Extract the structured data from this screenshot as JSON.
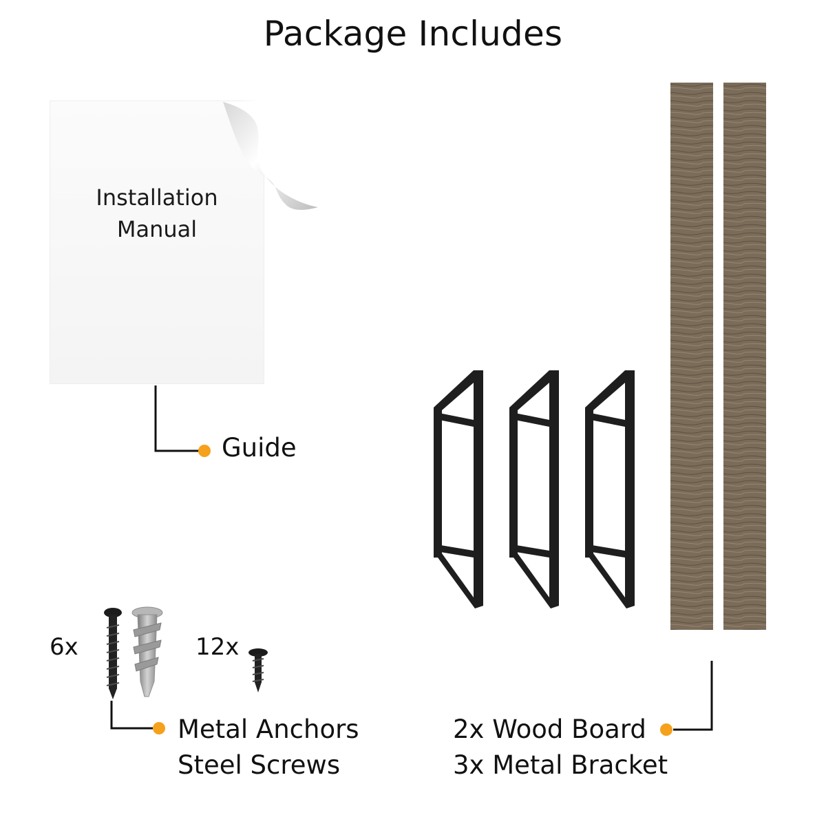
{
  "title": "Package Includes",
  "manual": {
    "line1": "Installation",
    "line2": "Manual"
  },
  "labels": {
    "guide": "Guide",
    "hardware_line1": "Metal Anchors",
    "hardware_line2": "Steel Screws",
    "kit_line1": "2x Wood Board",
    "kit_line2": "3x Metal Bracket"
  },
  "quantities": {
    "anchors_screws": "6x",
    "small_screws": "12x"
  },
  "colors": {
    "accent_dot": "#f5a11c",
    "wood": "#7a6b58",
    "metal": "#1e1e1e",
    "anchor": "#a9a9a9"
  },
  "icons": [
    "page-curl-icon",
    "screw-icon",
    "drywall-anchor-icon",
    "metal-bracket-icon",
    "wood-board-icon"
  ]
}
